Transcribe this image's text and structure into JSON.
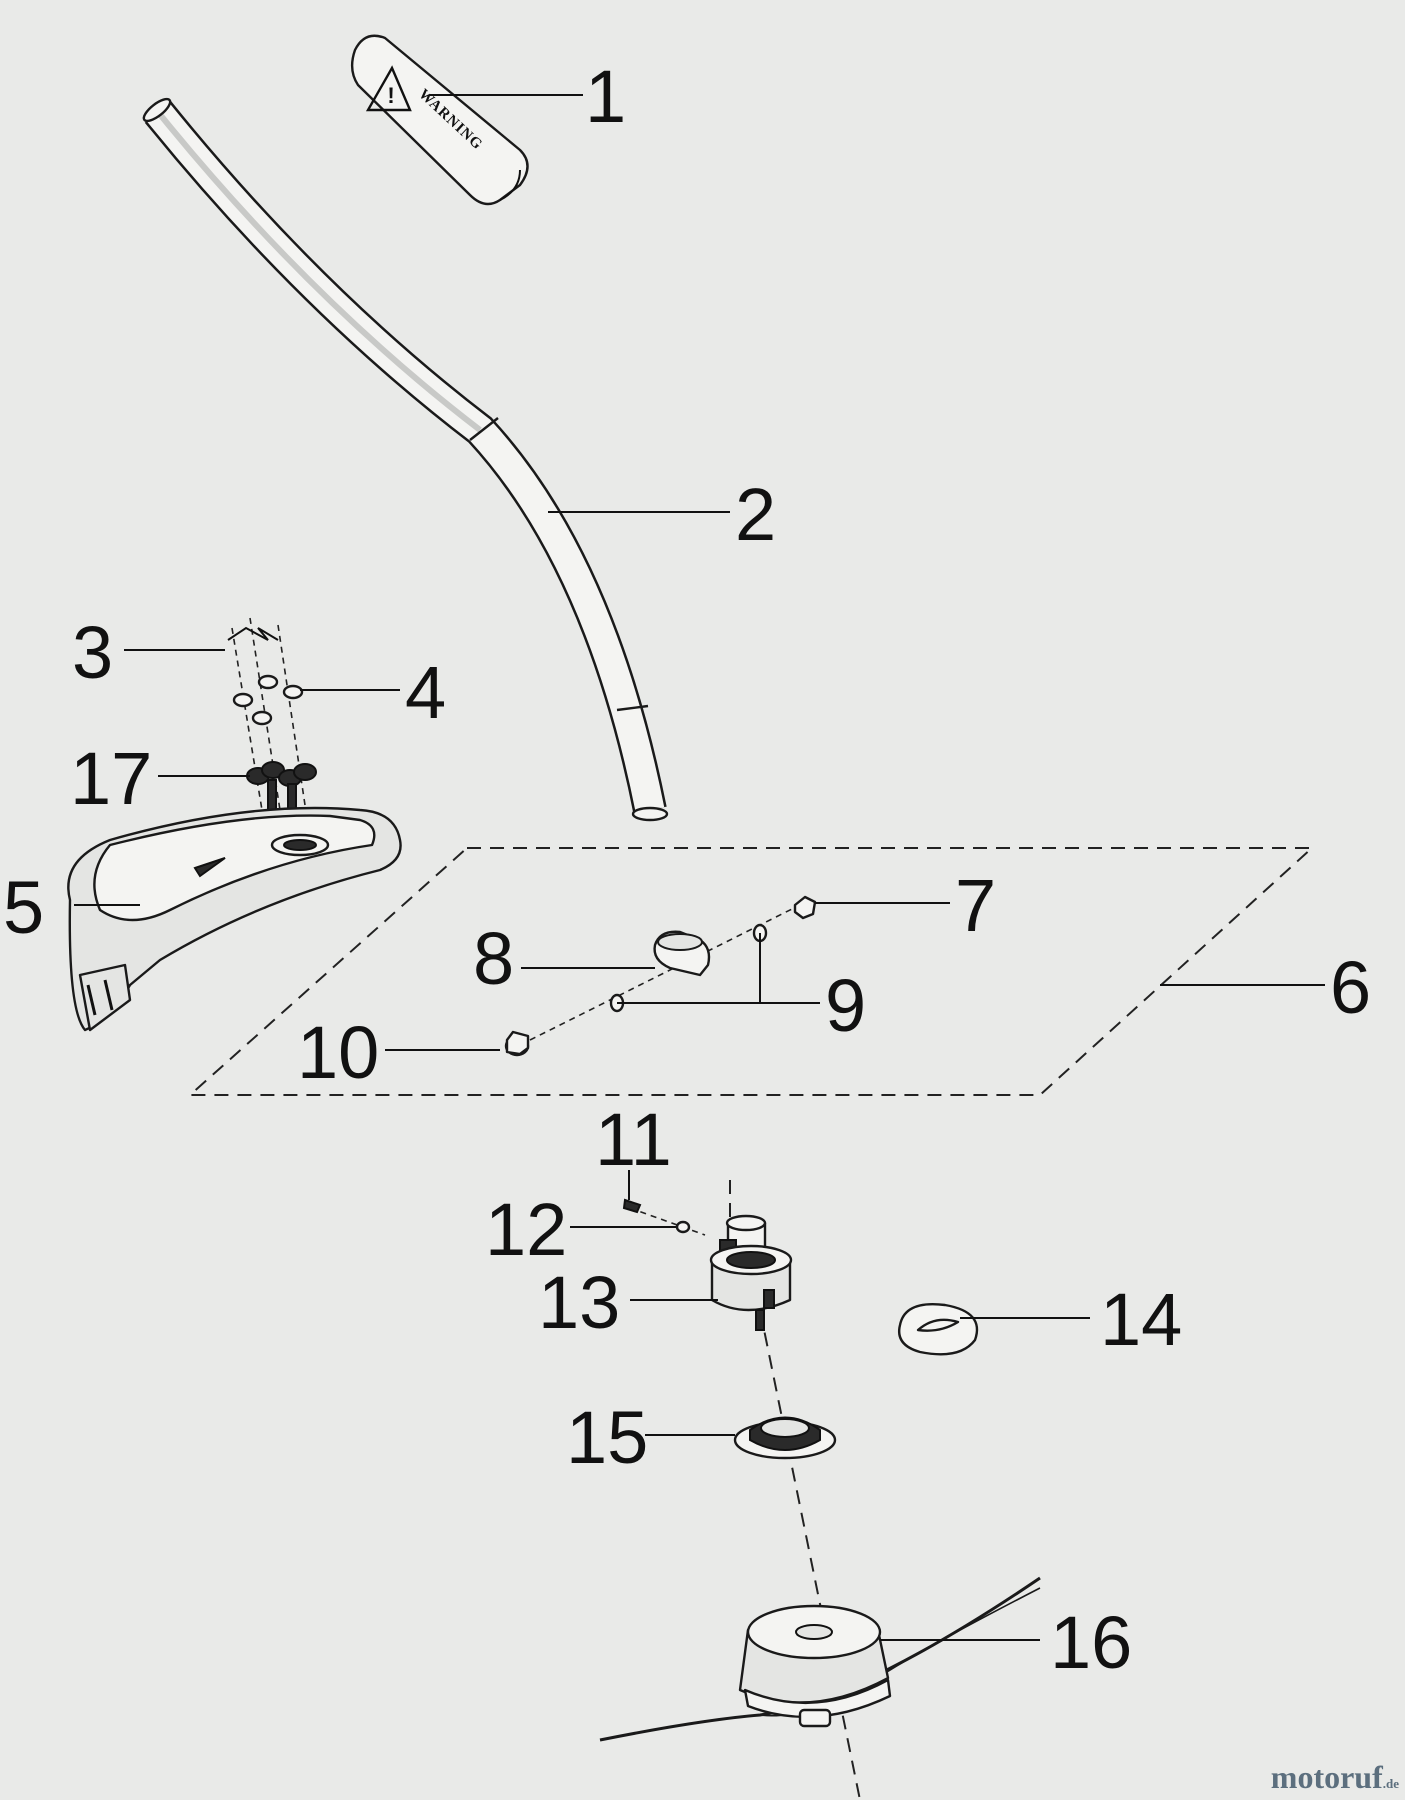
{
  "decal_text": "WARNING",
  "callouts": [
    "1",
    "2",
    "3",
    "4",
    "5",
    "6",
    "7",
    "8",
    "9",
    "10",
    "11",
    "12",
    "13",
    "14",
    "15",
    "16",
    "17"
  ],
  "watermark": {
    "main": "motoruf",
    "suffix": ".de"
  },
  "colors": {
    "line": "#1a1a1a",
    "background": "#e9eae8",
    "watermark": "#5c6f7e"
  }
}
